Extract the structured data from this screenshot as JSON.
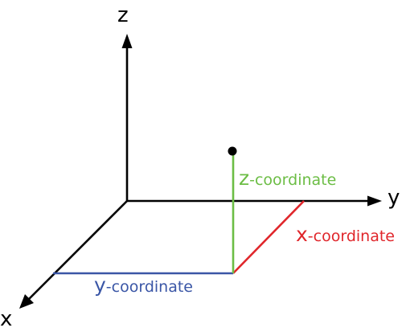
{
  "axes": {
    "z_label": "z",
    "y_label": "y",
    "x_label": "x"
  },
  "coordinates": {
    "z": {
      "letter": "z",
      "suffix": "-coordinate",
      "color": "#6cbd45"
    },
    "x": {
      "letter": "x",
      "suffix": "-coordinate",
      "color": "#e0262b"
    },
    "y": {
      "letter": "y",
      "suffix": "-coordinate",
      "color": "#3a56a6"
    }
  },
  "colors": {
    "axis": "#000000",
    "point": "#000000"
  }
}
